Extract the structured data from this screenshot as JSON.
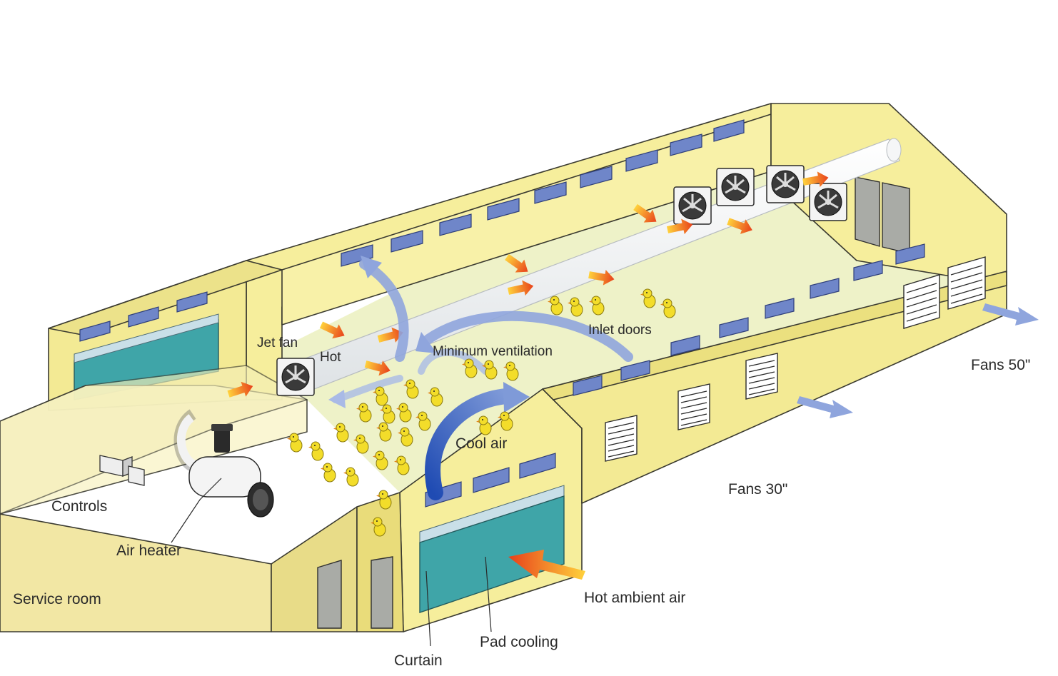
{
  "labels": {
    "jet_fan": "Jet fan",
    "hot": "Hot",
    "minimum_ventilation": "Minimum ventilation",
    "inlet_doors": "Inlet doors",
    "fans_50": "Fans 50\"",
    "fans_30": "Fans 30\"",
    "cool_air": "Cool air",
    "controls": "Controls",
    "air_heater": "Air heater",
    "service_room": "Service room",
    "hot_ambient_air": "Hot ambient air",
    "pad_cooling": "Pad cooling",
    "curtain": "Curtain"
  },
  "colors": {
    "wall": "#f6ee9c",
    "wall_dark": "#e9dc7a",
    "floor": "#eef2c8",
    "vent": "#6f86c9",
    "pad": "#3fa5a8",
    "airflow_blue": "#7f9ad8",
    "hot_arrow": "#f05a1e",
    "chick": "#f3dd2a"
  },
  "icons": [
    "fan-icon",
    "chick-icon",
    "hot-air-arrow-icon",
    "cool-air-arrow-icon",
    "air-heater-icon",
    "controls-box-icon"
  ]
}
